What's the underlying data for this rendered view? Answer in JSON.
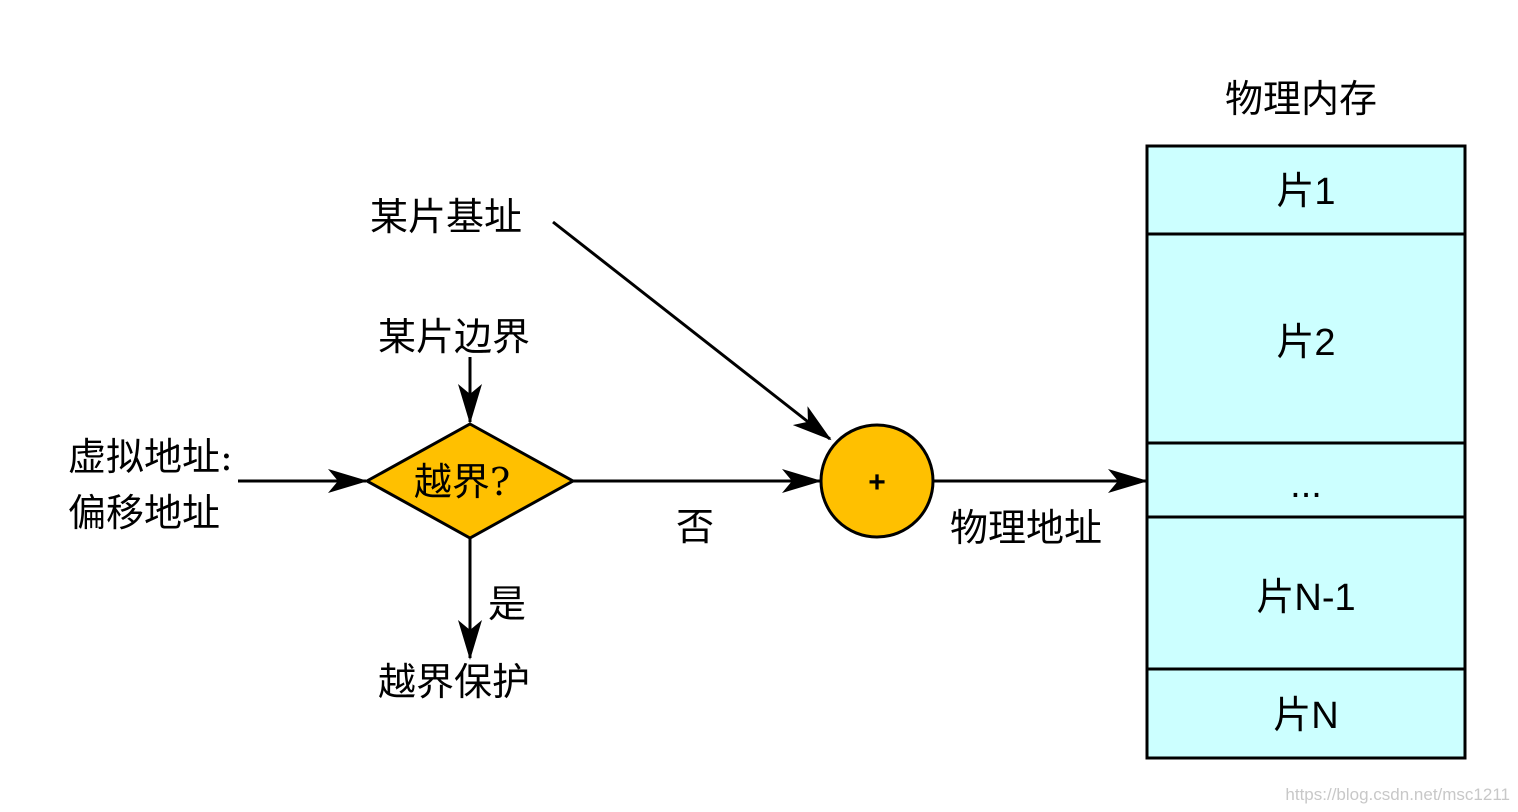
{
  "labels": {
    "virtual_address_line1": "虚拟地址:",
    "virtual_address_line2": "偏移地址",
    "segment_base": "某片基址",
    "segment_limit": "某片边界",
    "decision": "越界?",
    "no": "否",
    "yes": "是",
    "protection": "越界保护",
    "adder": "+",
    "physical_address": "物理地址",
    "memory_title": "物理内存"
  },
  "memory_segments": [
    "片1",
    "片2",
    "...",
    "片N-1",
    "片N"
  ],
  "colors": {
    "decision_fill": "#FFC000",
    "adder_fill": "#FFC000",
    "memory_fill": "#CCFFFF",
    "stroke": "#000000"
  },
  "watermark": "https://blog.csdn.net/msc1211"
}
